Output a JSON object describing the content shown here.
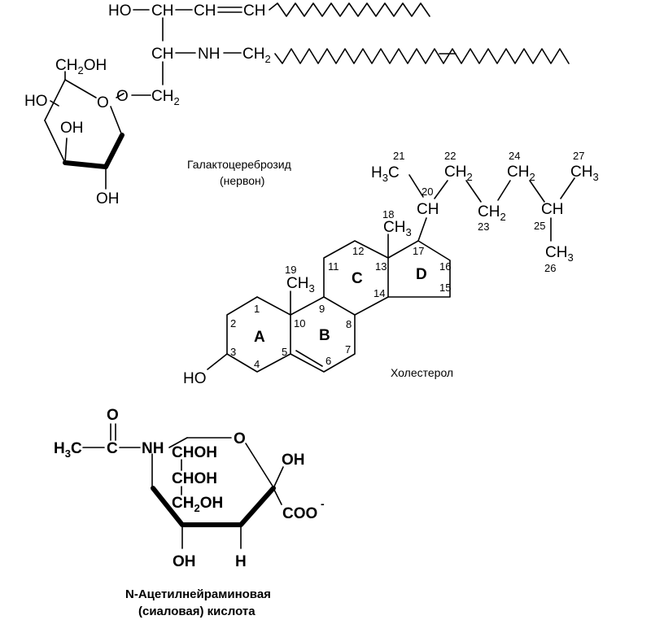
{
  "captions": {
    "galactocerebroside_line1": "Галактоцереброзид",
    "galactocerebroside_line2": "(нервон)",
    "cholesterol": "Холестерол",
    "sialic_line1": "N-Ацетилнейраминовая",
    "sialic_line2": "(сиаловая) кислота"
  },
  "galactocerebroside": {
    "ho_top": "HO",
    "ch_top": "CH",
    "ch_eq1": "CH",
    "ch_eq2": "CH",
    "ch_mid": "CH",
    "nh": "NH",
    "ch2_chain": "CH",
    "ch2_o": "CH",
    "o_link": "O",
    "ring_o": "O",
    "ch2oh": "CH",
    "ch2oh_oh": "OH",
    "ho_left": "HO",
    "oh_inner": "OH",
    "oh_bottom": "OH"
  },
  "cholesterol": {
    "ho": "HO",
    "ch3_19": "CH",
    "ch3_18": "CH",
    "ch_20": "CH",
    "h3c_21": "H",
    "c_21": "C",
    "ch2_22": "CH",
    "ch2_23": "CH",
    "ch2_24": "CH",
    "ch_25": "CH",
    "ch3_26": "CH",
    "ch3_27": "CH",
    "rings": [
      "A",
      "B",
      "C",
      "D"
    ],
    "numbers": {
      "n1": "1",
      "n2": "2",
      "n3": "3",
      "n4": "4",
      "n5": "5",
      "n6": "6",
      "n7": "7",
      "n8": "8",
      "n9": "9",
      "n10": "10",
      "n11": "11",
      "n12": "12",
      "n13": "13",
      "n14": "14",
      "n15": "15",
      "n16": "16",
      "n17": "17",
      "n18": "18",
      "n19": "19",
      "n20": "20",
      "n21": "21",
      "n22": "22",
      "n23": "23",
      "n24": "24",
      "n25": "25",
      "n26": "26",
      "n27": "27"
    }
  },
  "sialic_acid": {
    "o_carbonyl": "O",
    "h3c": "H",
    "c_methyl": "C",
    "c_carbonyl": "C",
    "nh": "NH",
    "chohh_1": "CHOH",
    "chohh_2": "CHOH",
    "ch2oh": "CH",
    "ch2oh_oh": "OH",
    "ring_o": "O",
    "oh_anomeric": "OH",
    "coo": "COO",
    "charge": "-",
    "oh_bottom": "OH",
    "h_bottom": "H"
  }
}
